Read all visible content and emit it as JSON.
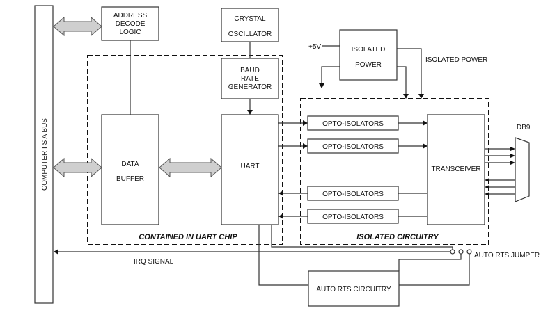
{
  "blocks": {
    "bus": "COMPUTER I S A BUS",
    "address_decode": [
      "ADDRESS",
      "DECODE",
      "LOGIC"
    ],
    "crystal": [
      "CRYSTAL",
      "OSCILLATOR"
    ],
    "baud": [
      "BAUD",
      "RATE",
      "GENERATOR"
    ],
    "data_buffer": [
      "DATA",
      "BUFFER"
    ],
    "uart": "UART",
    "isolated_power": [
      "ISOLATED",
      "POWER"
    ],
    "opto": [
      "OPTO-ISOLATORS",
      "OPTO-ISOLATORS",
      "OPTO-ISOLATORS",
      "OPTO-ISOLATORS"
    ],
    "transceiver": "TRANSCEIVER",
    "auto_rts": "AUTO RTS CIRCUITRY"
  },
  "labels": {
    "v5": "+5V",
    "isolated_power_line": "ISOLATED POWER",
    "db9": "DB9",
    "irq": "IRQ SIGNAL",
    "jumper": "AUTO RTS JUMPER",
    "uart_chip": "CONTAINED IN UART CHIP",
    "isolated_circuitry": "ISOLATED CIRCUITRY"
  }
}
